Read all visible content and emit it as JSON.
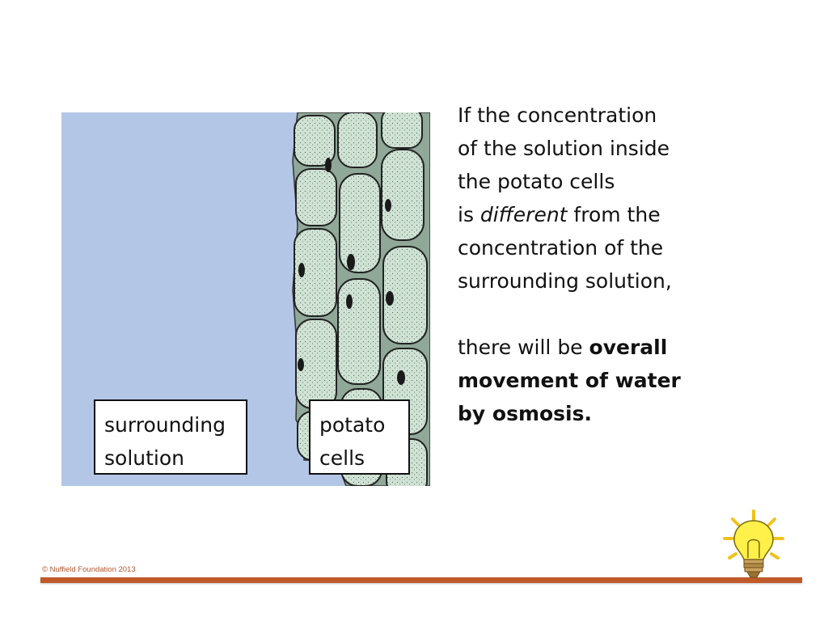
{
  "figure": {
    "label_solution": [
      "surrounding",
      "solution"
    ],
    "label_cells": [
      "potato",
      "cells"
    ],
    "colors": {
      "solution_background": "#b3c6e6",
      "cell_fill": "#cfe2d4",
      "cell_outline": "#222222"
    }
  },
  "explanation": {
    "lines": [
      "If the concentration",
      "of the solution inside",
      "the potato cells"
    ],
    "line4_prefix": "is ",
    "line4_emphasis": "different",
    "line4_suffix": " from the",
    "lines_b": [
      "concentration of the",
      "surrounding solution,"
    ],
    "conclusion_prefix": "there will be ",
    "conclusion_bold": [
      "overall",
      "movement of water",
      "by osmosis."
    ]
  },
  "footer": {
    "copyright": "© Nuffield Foundation 2013",
    "rule_color": "#c05a2a",
    "icon": "lightbulb-icon"
  }
}
